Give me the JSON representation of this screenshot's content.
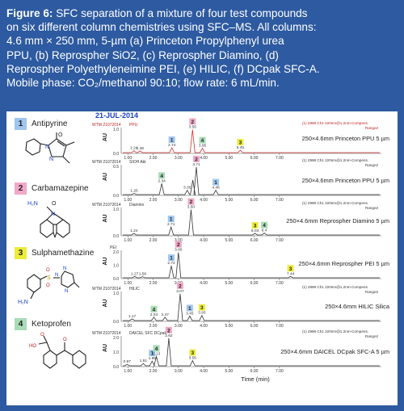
{
  "caption": {
    "label": "Figure 6:",
    "lines": [
      "SFC separation of a mixture of four test compounds",
      "on six different column chemistries using SFC–MS. All columns:",
      " 4.6 mm × 250 mm, 5-µm (a) Princeton Propylphenyl urea",
      "PPU, (b) Reprospher SiO2, (c) Reprospher Diamino, (d)",
      "Reprospher Polyethyleneimine PEI, (e) HILIC, (f) DCpak SFC-A.",
      "Mobile phase: CO₂/methanol 90:10; flow rate: 6 mL/min."
    ]
  },
  "colors": {
    "1": "#9fc6ee",
    "2": "#f1a8c9",
    "3": "#ecec3a",
    "4": "#a9dbb6",
    "frame": "#2d5aa0",
    "trace": "#333333",
    "trace_first": "#d03030"
  },
  "compounds": [
    {
      "num": "1",
      "name": "Antipyrine"
    },
    {
      "num": "2",
      "name": "Carbamazepine"
    },
    {
      "num": "3",
      "name": "Sulphamethazine"
    },
    {
      "num": "4",
      "name": "Ketoprofen"
    }
  ],
  "chart_data": {
    "type": "line",
    "date": "21-JUL-2014",
    "xlabel": "Time (min)",
    "xlim": [
      0.8,
      7.9
    ],
    "x_ticks": [
      "1.00",
      "2.00",
      "3.00",
      "4.00",
      "5.00",
      "6.00",
      "7.00"
    ],
    "traces": [
      {
        "left": "WTM 21072014",
        "left2": "PPU",
        "right": "(1) 2998 Ch1 220nm@1.2nm-Compens.",
        "right2": "Range2",
        "label": "250×4.6mm Princeton PPU 5 µm",
        "y_ticks": [
          "1.0",
          "0.0"
        ],
        "peaks": [
          {
            "rt": 1.24,
            "h": 0.08,
            "label": "1.24",
            "box": ""
          },
          {
            "rt": 1.48,
            "h": 0.07,
            "label": "1.48",
            "box": ""
          },
          {
            "rt": 2.74,
            "h": 0.2,
            "label": "2.74",
            "box": "1"
          },
          {
            "rt": 3.56,
            "h": 0.95,
            "label": "3.56",
            "box": "2"
          },
          {
            "rt": 3.95,
            "h": 0.18,
            "label": "3.95",
            "box": "4"
          },
          {
            "rt": 5.45,
            "h": 0.1,
            "label": "5.45",
            "box": "3"
          }
        ]
      },
      {
        "left": "WTM 21072014",
        "left2": "SIOH Akt",
        "right": "(1) 2998 Ch1 220nm@1.2nm-Compens.",
        "right2": "Range2",
        "label": "250×4.6mm Princeton PPU 5 µm",
        "y_ticks": [
          "0.5",
          "0.0"
        ],
        "peaks": [
          {
            "rt": 1.25,
            "h": 0.04,
            "label": "1.25",
            "box": ""
          },
          {
            "rt": 2.34,
            "h": 0.38,
            "label": "2.34",
            "box": "4"
          },
          {
            "rt": 3.35,
            "h": 0.15,
            "label": "3.35",
            "box": ""
          },
          {
            "rt": 3.71,
            "h": 0.95,
            "label": "3.71",
            "box": "2"
          },
          {
            "rt": 3.57,
            "h": 0.5,
            "label": "",
            "box": ""
          },
          {
            "rt": 4.48,
            "h": 0.15,
            "label": "4.48",
            "box": "1"
          }
        ]
      },
      {
        "left": "WTM 21072014",
        "left2": "Diamino",
        "right": "(1) 2998 Ch1 220nm@1.2nm-Compens.",
        "right2": "Range2",
        "label": "250×4.6mm Reprospher Diamino 5 µm",
        "y_ticks": [
          "1.0",
          "0.0"
        ],
        "peaks": [
          {
            "rt": 1.24,
            "h": 0.06,
            "label": "1.24",
            "box": ""
          },
          {
            "rt": 2.71,
            "h": 0.3,
            "label": "2.71",
            "box": "1"
          },
          {
            "rt": 3.5,
            "h": 0.95,
            "label": "3.50",
            "box": "2"
          },
          {
            "rt": 6.03,
            "h": 0.06,
            "label": "6.03",
            "box": "3"
          },
          {
            "rt": 6.4,
            "h": 0.07,
            "label": "6.4",
            "box": "4"
          }
        ]
      },
      {
        "left": "",
        "left2": "PEI",
        "right": "",
        "right2": "",
        "label": "250×4.6mm Reprospher PEI 5 µm",
        "y_ticks": [
          "2.0",
          "1.0",
          "0.0"
        ],
        "peaks": [
          {
            "rt": 1.27,
            "h": 0.05,
            "label": "1.27",
            "box": ""
          },
          {
            "rt": 1.58,
            "h": 0.04,
            "label": "1.58",
            "box": ""
          },
          {
            "rt": 2.72,
            "h": 0.45,
            "label": "2.72",
            "box": "1"
          },
          {
            "rt": 3.0,
            "h": 0.95,
            "label": "3.00",
            "box": "2"
          },
          {
            "rt": 7.44,
            "h": 0.05,
            "label": "7.44",
            "box": "3"
          }
        ]
      },
      {
        "left": "WTM 21072014",
        "left2": "HILIC",
        "right": "(1) 2998 Ch1 220nm@1.2nm-Compens.",
        "right2": "Range2",
        "label": "250×4.6mm HILIC Silica",
        "y_ticks": [
          "1.0",
          "0.0"
        ],
        "peaks": [
          {
            "rt": 1.17,
            "h": 0.06,
            "label": "1.17",
            "box": ""
          },
          {
            "rt": 2.03,
            "h": 0.12,
            "label": "2.03",
            "box": "4"
          },
          {
            "rt": 2.47,
            "h": 0.12,
            "label": "2.47",
            "box": ""
          },
          {
            "rt": 3.07,
            "h": 0.95,
            "label": "3.07",
            "box": "2"
          },
          {
            "rt": 3.45,
            "h": 0.16,
            "label": "3.45",
            "box": "1"
          },
          {
            "rt": 3.93,
            "h": 0.18,
            "label": "3.93",
            "box": "3"
          }
        ]
      },
      {
        "left": "WTM 21072014",
        "left2": "DAICEL SFC DCpak",
        "right": "(1) 2998 Ch1 220nm@1.2nm-Compens.",
        "right2": "Range2",
        "label": "250×4.6mm DAICEL DCpak SFC-A 5 µm",
        "y_ticks": [
          "2.0",
          "1.0",
          "0.0"
        ],
        "peaks": [
          {
            "rt": 0.97,
            "h": 0.05,
            "label": "0.97",
            "box": ""
          },
          {
            "rt": 1.61,
            "h": 0.08,
            "label": "1.61",
            "box": ""
          },
          {
            "rt": 1.96,
            "h": 0.16,
            "label": "1.96",
            "box": "1"
          },
          {
            "rt": 2.13,
            "h": 0.32,
            "label": "2.13",
            "box": "4"
          },
          {
            "rt": 2.62,
            "h": 0.95,
            "label": "2.62",
            "box": "2"
          },
          {
            "rt": 3.56,
            "h": 0.18,
            "label": "3.56",
            "box": "3"
          }
        ]
      }
    ]
  }
}
